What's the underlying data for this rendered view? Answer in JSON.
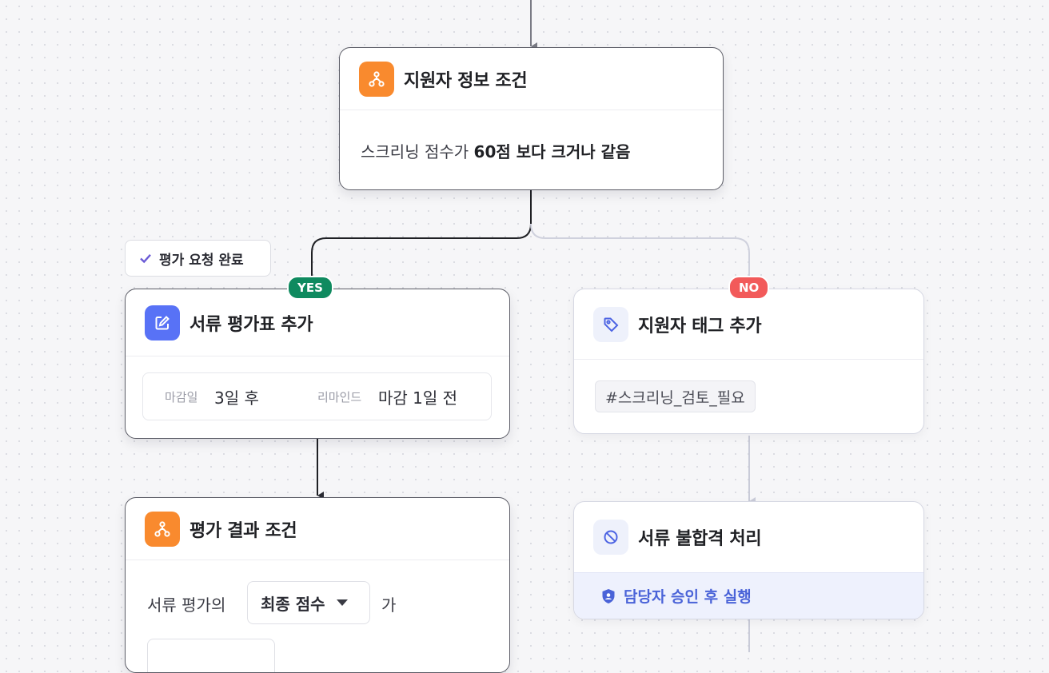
{
  "condition_node": {
    "title": "지원자 정보 조건",
    "prefix": "스크리닝 점수가",
    "value": "60점 보다 크거나 같음"
  },
  "completed_badge": {
    "label": "평가 요청 완료"
  },
  "branches": {
    "yes": "YES",
    "no": "NO"
  },
  "eval_sheet_node": {
    "title": "서류 평가표 추가",
    "deadline_label": "마감일",
    "deadline_value": "3일 후",
    "reminder_label": "리마인드",
    "reminder_value": "마감 1일 전"
  },
  "tag_node": {
    "title": "지원자 태그 추가",
    "tag": "#스크리닝_검토_필요"
  },
  "result_condition_node": {
    "title": "평가 결과 조건",
    "prefix": "서류 평가의",
    "select_value": "최종 점수",
    "suffix": "가"
  },
  "reject_node": {
    "title": "서류 불합격 처리",
    "approval_note": "담당자 승인 후 실행"
  },
  "colors": {
    "orange": "#f98a2e",
    "blue": "#5872f6",
    "yes_green": "#0f8a5f",
    "no_red": "#f25a5a",
    "approval_blue": "#4a63d8"
  }
}
